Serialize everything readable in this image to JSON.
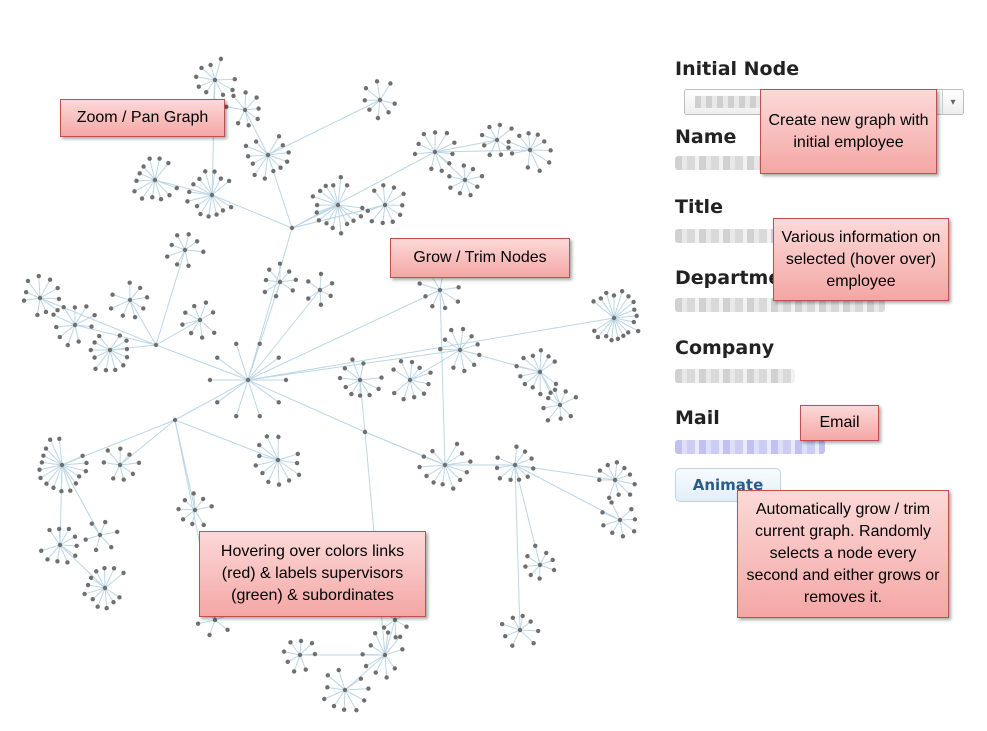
{
  "panel": {
    "initial_node_label": "Initial Node",
    "name_label": "Name",
    "title_label": "Title",
    "department_label": "Departme",
    "company_label": "Company",
    "mail_label": "Mail",
    "animate_label": "Animate",
    "select_arrow": "▾"
  },
  "callouts": {
    "zoom": "Zoom / Pan Graph",
    "grow": "Grow / Trim Nodes",
    "create": "Create new graph with initial employee",
    "info": "Various information on selected (hover over) employee",
    "email": "Email",
    "animate": "Automatically grow / trim current graph. Randomly selects a node every second and either grows or removes it.",
    "hover": "Hovering over colors links (red) & labels supervisors (green) & subordinates"
  },
  "colors": {
    "link": "#bcd6e6",
    "node": "#6f6f6f",
    "callout_border": "#c0504d"
  }
}
